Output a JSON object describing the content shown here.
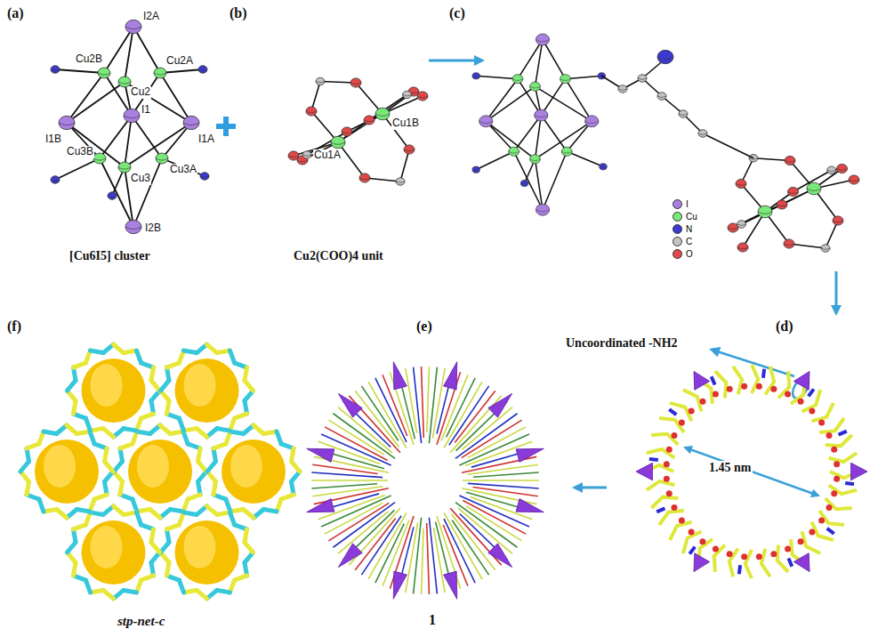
{
  "diagram": {
    "labels": [
      "(a)",
      "I2A",
      "Cu2B",
      "Cu2",
      "Cu2A",
      "I1B",
      "I1",
      "I1A",
      "Cu3B",
      "Cu3",
      "Cu3A",
      "I2B",
      "[Cu6I5] cluster",
      "(b)",
      "Cu1A",
      "Cu1B",
      "Cu2(COO)4 unit",
      "(c)",
      "Uncoordinated -NH2",
      "(f)",
      "(e)",
      "(d)",
      "1.45 nm",
      "stp-net-c",
      "1"
    ],
    "legend": [
      {
        "text": "I",
        "color": "#a97fe0"
      },
      {
        "text": "Cu",
        "color": "#78e878"
      },
      {
        "text": "N",
        "color": "#3a3ad0"
      },
      {
        "text": "C",
        "color": "#c4c4c4"
      },
      {
        "text": "O",
        "color": "#e04848"
      }
    ]
  }
}
